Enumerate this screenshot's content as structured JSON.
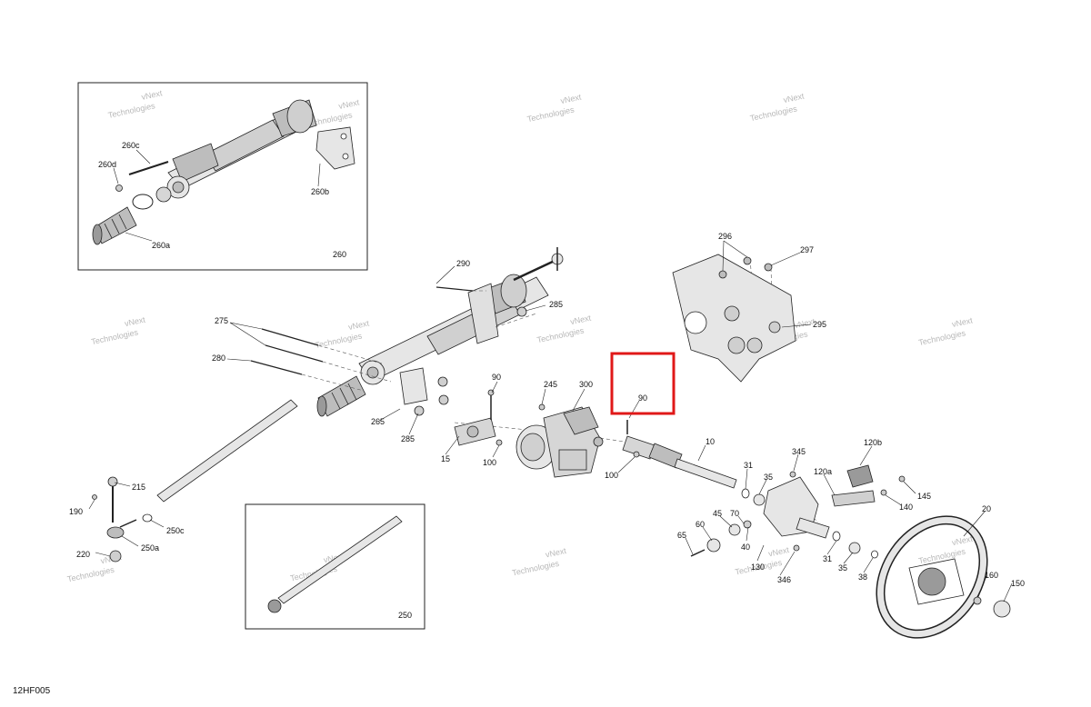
{
  "figure_code": "12HF005",
  "watermark_text": [
    "vNext",
    "Technologies"
  ],
  "inset_labels": {
    "assembly_260": "260",
    "assembly_250": "250",
    "p260a": "260a",
    "p260b": "260b",
    "p260c": "260c",
    "p260d": "260d"
  },
  "parts": {
    "p290": "290",
    "p285a": "285",
    "p275": "275",
    "p280": "280",
    "p265": "265",
    "p285b": "285",
    "p15": "15",
    "p90a": "90",
    "p100a": "100",
    "p245": "245",
    "p300": "300",
    "p90b": "90",
    "p100b": "100",
    "p10": "10",
    "p296": "296",
    "p297": "297",
    "p295": "295",
    "p345": "345",
    "p31a": "31",
    "p35a": "35",
    "p120b": "120b",
    "p120a": "120a",
    "p145": "145",
    "p140": "140",
    "p20": "20",
    "p70": "70",
    "p45": "45",
    "p60": "60",
    "p65": "65",
    "p40": "40",
    "p130": "130",
    "p346": "346",
    "p31b": "31",
    "p35b": "35",
    "p38": "38",
    "p160": "160",
    "p150": "150",
    "p215": "215",
    "p190": "190",
    "p250c": "250c",
    "p250a": "250a",
    "p220": "220"
  },
  "colors": {
    "highlight": "#e01818",
    "line": "#222222",
    "part_fill": "#e6e6e6",
    "part_shade": "#bdbdbd"
  }
}
